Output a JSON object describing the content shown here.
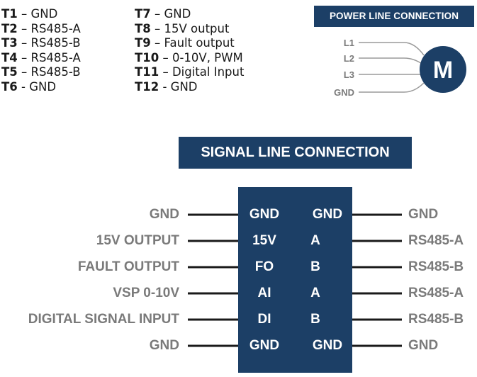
{
  "terminals_left": [
    {
      "id": "T1",
      "label": " – GND"
    },
    {
      "id": "T2",
      "label": " – RS485-A"
    },
    {
      "id": "T3",
      "label": " – RS485-B"
    },
    {
      "id": "T4",
      "label": " – RS485-A"
    },
    {
      "id": "T5",
      "label": " – RS485-B"
    },
    {
      "id": "T6",
      "label": " - GND"
    }
  ],
  "terminals_right": [
    {
      "id": "T7",
      "label": " – GND"
    },
    {
      "id": "T8",
      "label": " – 15V output"
    },
    {
      "id": "T9",
      "label": " – Fault output"
    },
    {
      "id": "T10",
      "label": " – 0-10V, PWM"
    },
    {
      "id": "T11",
      "label": " – Digital Input"
    },
    {
      "id": "T12",
      "label": " - GND"
    }
  ],
  "power": {
    "title": "POWER LINE CONNECTION",
    "lines": [
      "L1",
      "L2",
      "L3",
      "GND"
    ],
    "motor_label": "M"
  },
  "signal": {
    "title": "SIGNAL LINE CONNECTION",
    "rows": [
      {
        "left_label": "GND",
        "left_pin": "GND",
        "right_pin": "GND",
        "right_label": "GND"
      },
      {
        "left_label": "15V OUTPUT",
        "left_pin": "15V",
        "right_pin": "A",
        "right_label": "RS485-A"
      },
      {
        "left_label": "FAULT OUTPUT",
        "left_pin": "FO",
        "right_pin": "B",
        "right_label": "RS485-B"
      },
      {
        "left_label": "VSP 0-10V",
        "left_pin": "AI",
        "right_pin": "A",
        "right_label": "RS485-A"
      },
      {
        "left_label": "DIGITAL SIGNAL INPUT",
        "left_pin": "DI",
        "right_pin": "B",
        "right_label": "RS485-B"
      },
      {
        "left_label": "GND",
        "left_pin": "GND",
        "right_pin": "GND",
        "right_label": "GND"
      }
    ]
  },
  "colors": {
    "navy": "#1c3f66",
    "label_gray": "#7a7a7a",
    "wire": "#1a1a1a",
    "power_line": "#9a9a9a"
  }
}
